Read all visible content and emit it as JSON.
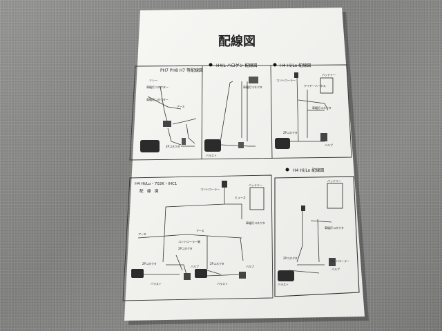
{
  "title": "配線図",
  "panels": {
    "p1": {
      "heading": "PH7 PH8 H7 等配線図",
      "labels": [
        "リレー",
        "車幅灯コネクター",
        "車幅灯コネクター",
        "アース",
        "2Pコネクタ"
      ]
    },
    "p2": {
      "heading": "H4/L ハロゲン 配線図",
      "labels": [
        "車幅灯コネクタ",
        "バラスト"
      ]
    },
    "p3": {
      "heading": "H4 Hi/Lo 配線図",
      "labels": [
        "コントローラー",
        "バッテリー",
        "ワイヤーハーネス",
        "車幅灯コネクタ",
        "2Pコネクタ",
        "バルブ"
      ]
    },
    "p4": {
      "heading_line1": "H4 Hi/Lo・702K・IHC1",
      "heading_line2": "配　線　図",
      "labels": [
        "コントローラー",
        "バッテリー",
        "ヒューズ",
        "車幅灯コネクタ",
        "アース",
        "アース",
        "コントローラー端",
        "2Pコネクタ",
        "2Pコネクタ",
        "2Pコネクタ",
        "バルブ",
        "バルブ",
        "バラスト",
        "バラスト"
      ]
    },
    "p5": {
      "heading": "H4 Hi/Lo 配線図",
      "labels": [
        "バッテリー",
        "車幅灯コネクタ",
        "2Pコネクタ",
        "コントローラー",
        "バルブ",
        "バラスト"
      ]
    }
  }
}
